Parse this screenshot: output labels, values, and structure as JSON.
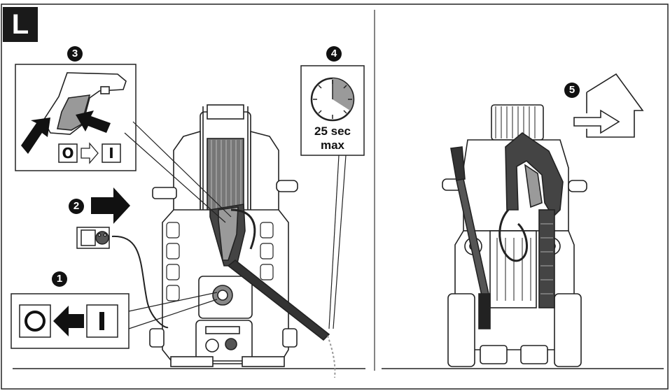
{
  "figure": {
    "label": "L",
    "steps": [
      {
        "number": "1"
      },
      {
        "number": "2"
      },
      {
        "number": "3"
      },
      {
        "number": "4"
      },
      {
        "number": "5"
      }
    ],
    "timer": {
      "line1": "25 sec",
      "line2": "max"
    },
    "switch_symbols": {
      "off": "O",
      "on": "I"
    }
  },
  "colors": {
    "ink": "#111111",
    "background": "#ffffff",
    "shade": "#9a9a9a"
  }
}
